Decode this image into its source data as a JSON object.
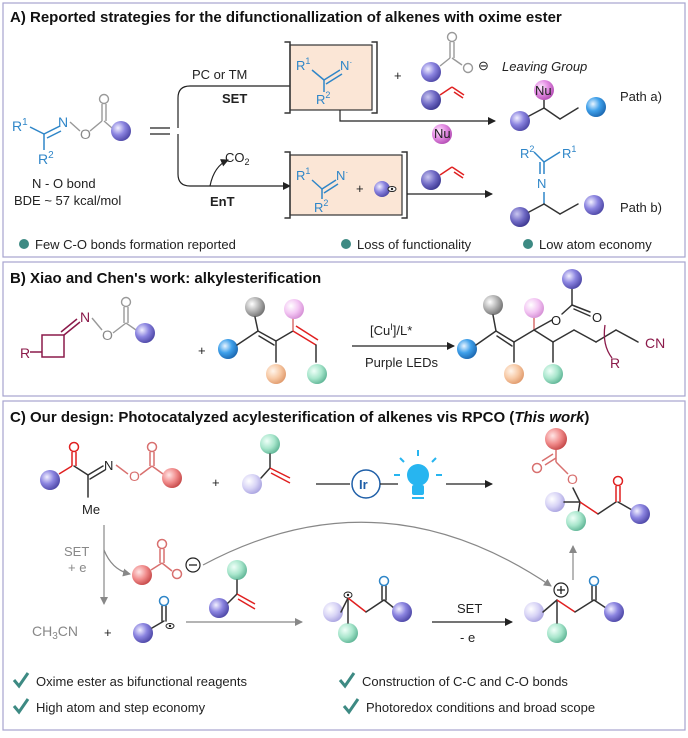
{
  "colors": {
    "blue": "#2f86c8",
    "maroon": "#8b1a4a",
    "red": "#e02020",
    "peach_box": "#fbe6d6",
    "teal_bullet": "#3d8a83",
    "panel_border": "#a7a3cf"
  },
  "panelA": {
    "heading": "A) Reported strategies for the difunctionallization of alkenes with oxime ester",
    "r1": "R",
    "r1_sup": "1",
    "r2": "R",
    "r2_sup": "2",
    "n": "N",
    "o": "O",
    "bond_label": "N - O bond",
    "bde": "BDE  ~ 57  kcal/mol",
    "pc_tm": "PC or TM",
    "set": "SET",
    "plus": "+",
    "leaving_group": "Leaving Group",
    "minus": "⊖",
    "co2": "CO",
    "co2_sub": "2",
    "ent": "EnT",
    "nu": "Nu",
    "path_a": "Path a)",
    "path_b": "Path b)",
    "bullets": [
      "Few C-O bonds formation reported",
      "Loss of functionality",
      "Low atom economy"
    ]
  },
  "panelB": {
    "heading": "B) Xiao  and Chen's work: alkylesterification",
    "r": "R",
    "cu": "[Cu",
    "cu_sup": "I",
    "cu_tail": "]/L*",
    "conditions": "Purple LEDs",
    "cn": "CN",
    "plus": "+"
  },
  "panelC": {
    "heading": "C) Our design: Photocatalyzed acylesterification of  alkenes vis RPCO  (",
    "heading_italic": "This work",
    "heading_end": ")",
    "me": "Me",
    "ir": "Ir",
    "set_e": "SET",
    "plus_e": "+ e",
    "minus_e": "- e",
    "ch3cn": "CH",
    "ch3cn_sub": "3",
    "ch3cn_tail": "CN",
    "set2": "SET",
    "plus": "+",
    "bullets": [
      "Oxime ester as bifunctional reagents",
      "Construction of C-C and C-O bonds",
      "High atom and step economy",
      "Photoredox conditions and broad scope"
    ]
  }
}
